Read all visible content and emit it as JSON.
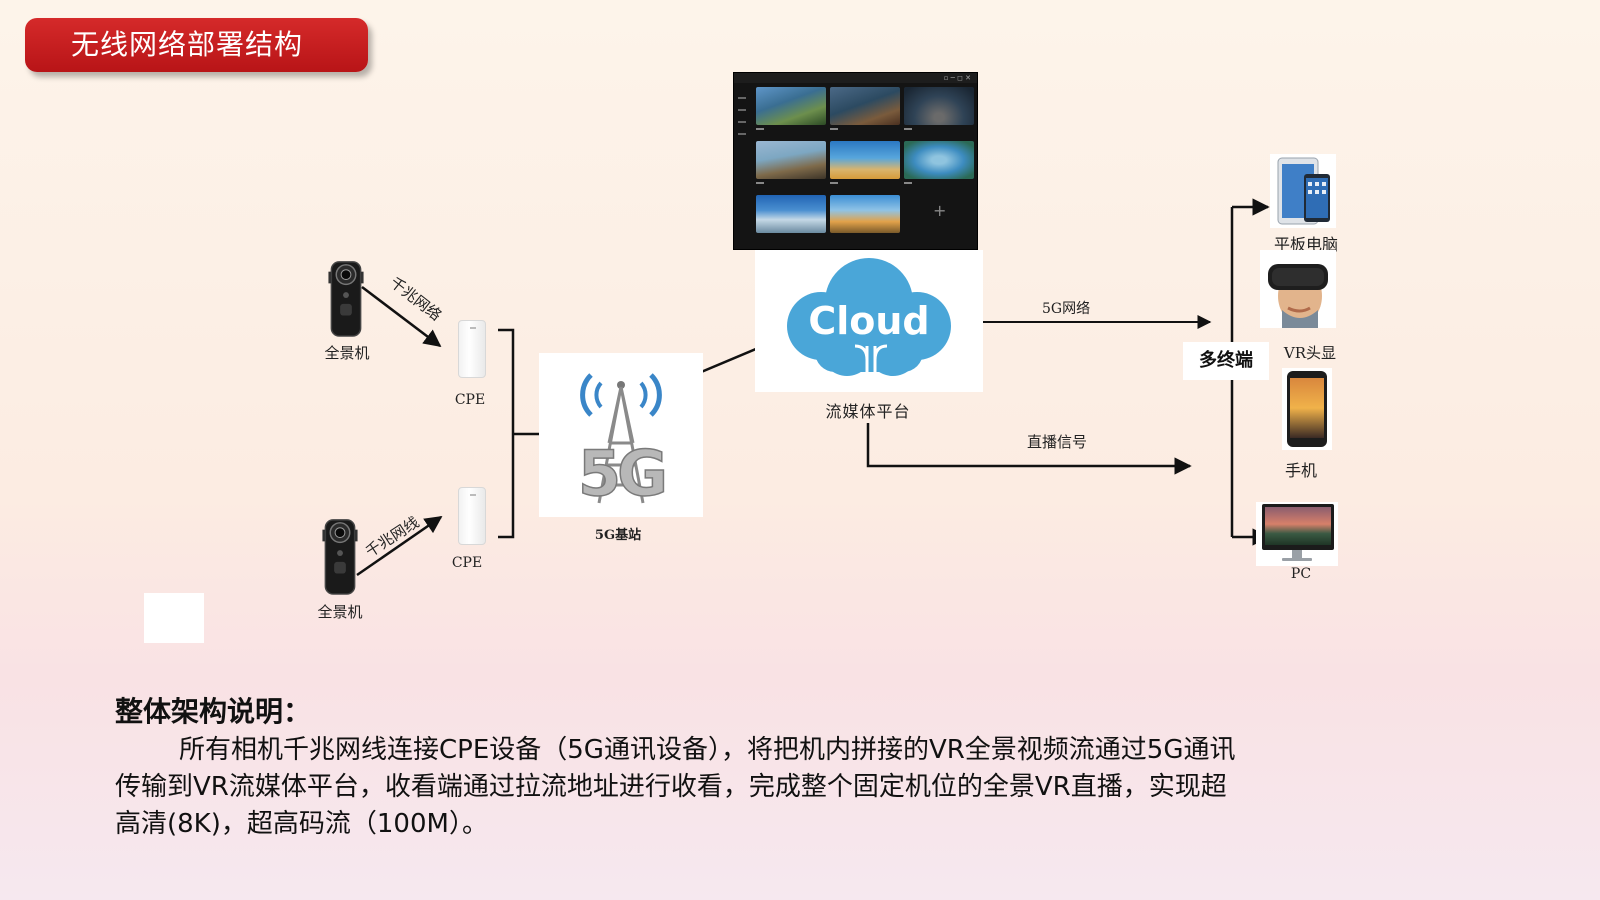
{
  "title": "无线网络部署结构",
  "nodes": {
    "camera_top": "全景机",
    "camera_bottom": "全景机",
    "cpe_top": "CPE",
    "cpe_bottom": "CPE",
    "base_station": "5G基站",
    "streaming_platform": "流媒体平台",
    "cloud_word": "Cloud",
    "multi_terminal": "多终端",
    "tablet": "平板电脑",
    "vr_headset": "VR头显",
    "phone": "手机",
    "pc": "PC"
  },
  "edges": {
    "camera_top_to_cpe": "千兆网络",
    "camera_bottom_to_cpe": "千兆网线",
    "platform_to_terminals_5g": "5G网络",
    "platform_live_signal": "直播信号"
  },
  "badge_5g": "5G",
  "description": {
    "heading": "整体架构说明：",
    "body": "所有相机千兆网线连接CPE设备（5G通讯设备），将把机内拼接的VR全景视频流通过5G通讯传输到VR流媒体平台，收看端通过拉流地址进行收看，完成整个固定机位的全景VR直播，实现超高清(8K)，超高码流（100M）。"
  },
  "colors": {
    "banner": "#c41e20",
    "cloud": "#4aa6d8",
    "arrow": "#111111"
  }
}
